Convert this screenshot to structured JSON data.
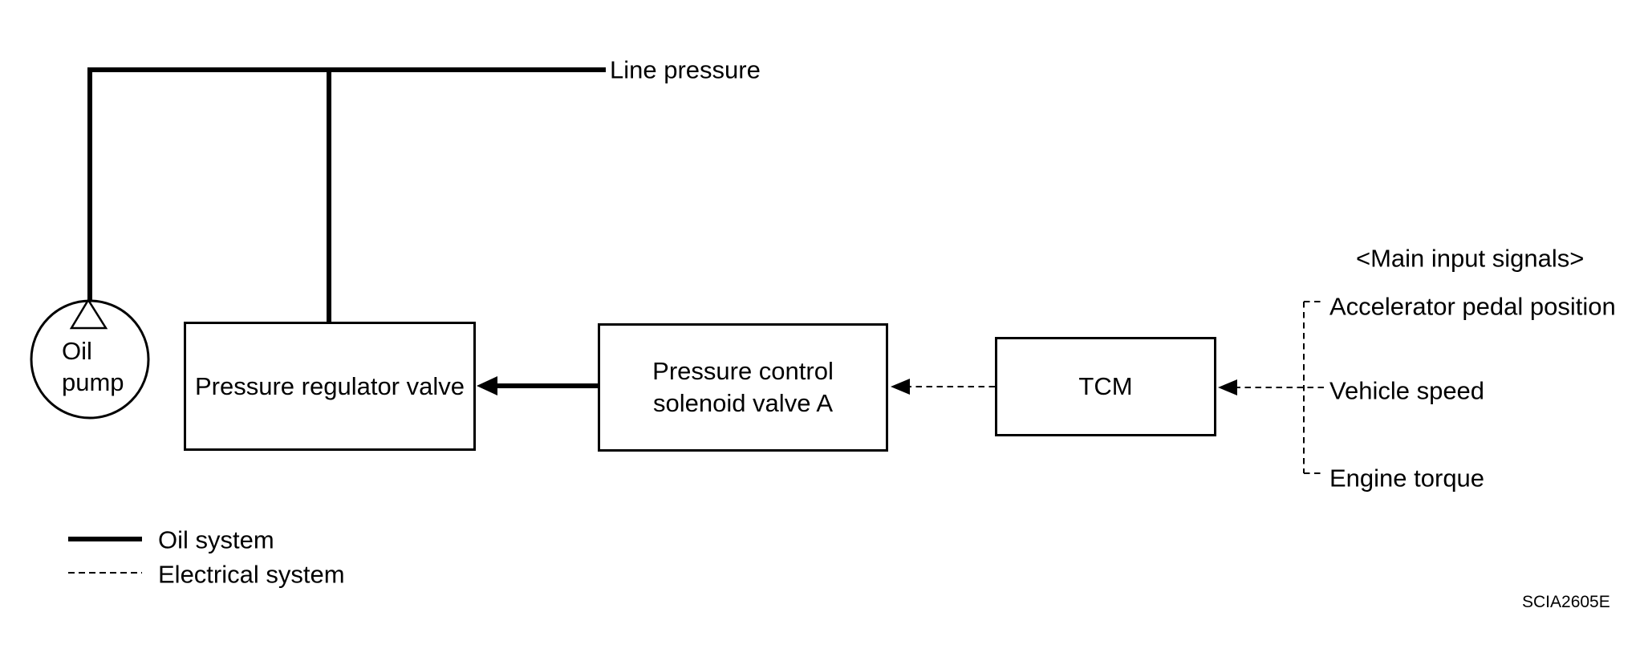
{
  "figure": {
    "colors": {
      "line": "#000000",
      "background": "#ffffff"
    },
    "line_pressure_label": "Line pressure",
    "oil_pump": {
      "label": "Oil\npump"
    },
    "nodes": {
      "pressure_regulator_valve": {
        "label": "Pressure regulator valve"
      },
      "pressure_control_solenoid_valve": {
        "label": "Pressure control\nsolenoid valve A"
      },
      "tcm": {
        "label": "TCM"
      }
    },
    "main_input_signals": {
      "title": "<Main input signals>",
      "items": [
        {
          "label": "Accelerator pedal position"
        },
        {
          "label": "Vehicle speed"
        },
        {
          "label": "Engine torque"
        }
      ]
    },
    "legend": {
      "oil_system_label": "Oil system",
      "electrical_system_label": "Electrical system"
    },
    "figure_code": "SCIA2605E"
  }
}
